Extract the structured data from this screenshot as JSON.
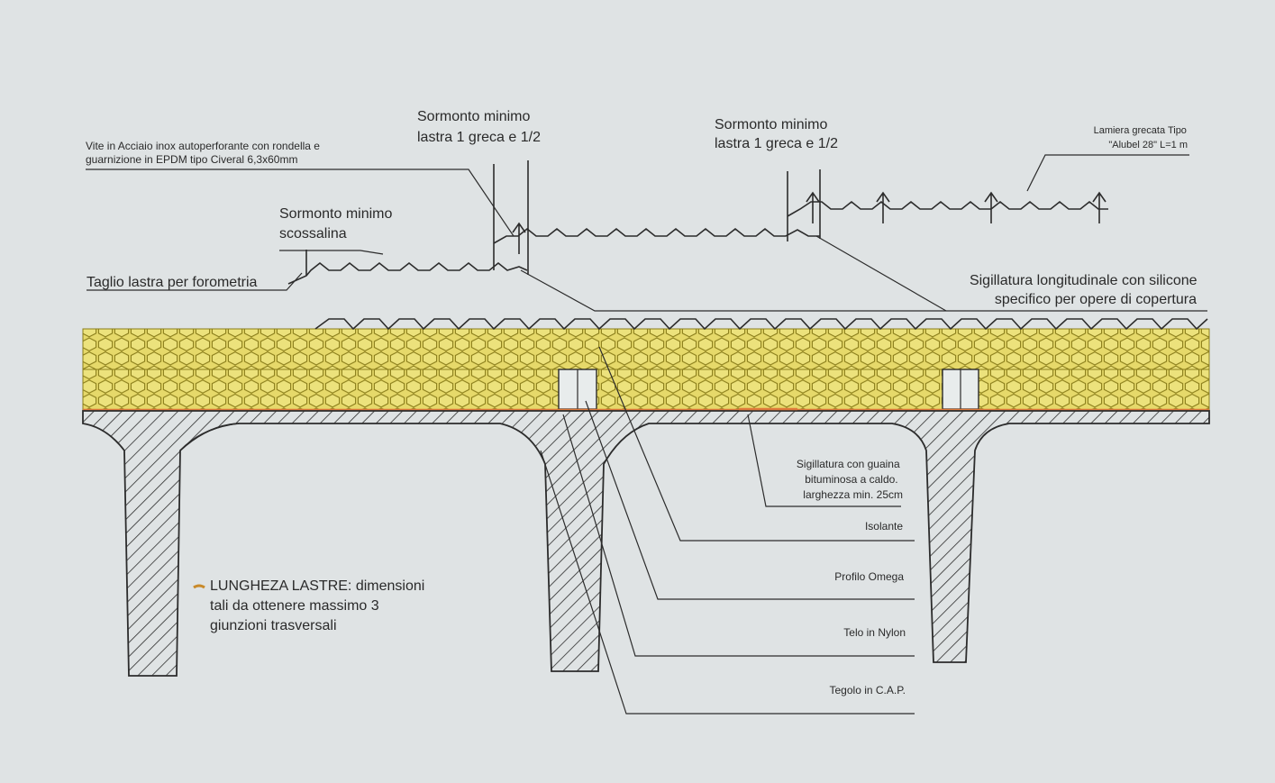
{
  "labels": {
    "screws": [
      "Vite in Acciaio inox autoperforante con rondella e",
      "guarnizione in EPDM tipo Civeral 6,3x60mm"
    ],
    "overlap_sheet_left": [
      "Sormonto minimo",
      "lastra 1 greca e 1/2"
    ],
    "overlap_sheet_right": [
      "Sormonto minimo",
      "lastra 1 greca e 1/2"
    ],
    "corrugated_sheet": [
      "Lamiera grecata Tipo",
      "\"Alubel 28\" L=1 m"
    ],
    "overlap_flashing": [
      "Sormonto minimo",
      "scossalina"
    ],
    "sheet_cut": "Taglio lastra per forometria",
    "longitudinal_seal": [
      "Sigillatura longitudinale con silicone",
      "specifico per opere di copertura"
    ],
    "bitumen_seal": [
      "Sigillatura con guaina",
      "bituminosa a caldo.",
      "larghezza min. 25cm"
    ],
    "insulation": "Isolante",
    "omega_profile": "Profilo Omega",
    "nylon_sheet": "Telo in Nylon",
    "beam": "Tegolo in C.A.P.",
    "sheet_length_note": [
      "LUNGHEZA LASTRE: dimensioni",
      "tali da ottenere massimo 3",
      "giunzioni trasversali"
    ]
  },
  "colors": {
    "paper": "#dfe3e4",
    "ink": "#2c2c2c",
    "insulation_fill": "#e6d96a",
    "insulation_cell": "#8a7d1a",
    "seal": "#e07a3a"
  }
}
